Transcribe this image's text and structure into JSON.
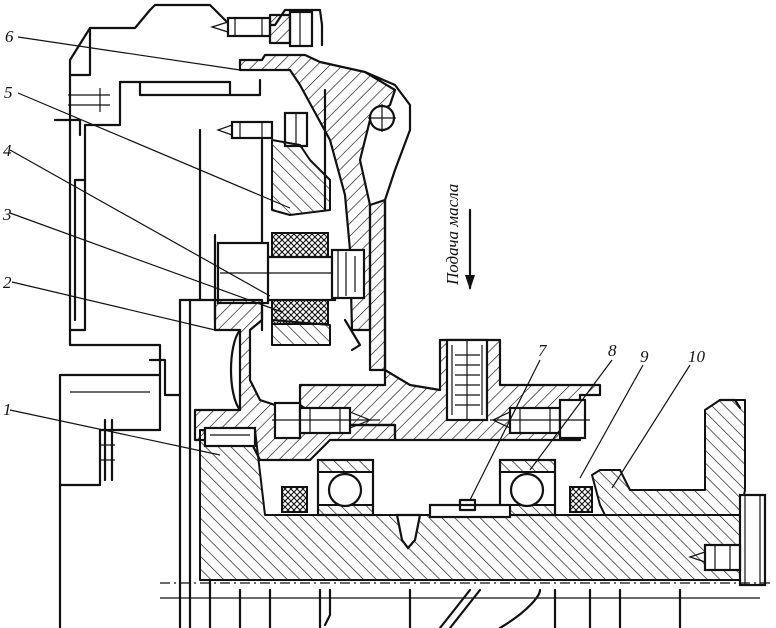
{
  "labels": {
    "l1": "1",
    "l2": "2",
    "l3": "3",
    "l4": "4",
    "l5": "5",
    "l6": "6",
    "l7": "7",
    "l8": "8",
    "l9": "9",
    "l10": "10"
  },
  "oil_supply_label": "Подача масла",
  "colors": {
    "ink": "#111111",
    "paper": "#ffffff"
  }
}
